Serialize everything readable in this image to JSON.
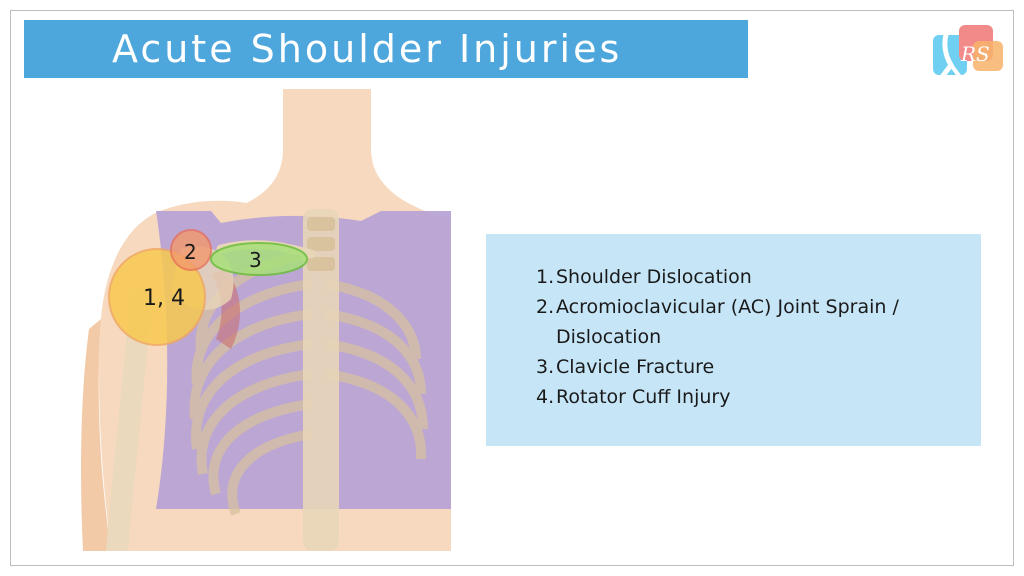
{
  "title": "Acute Shoulder Injuries",
  "logo": {
    "text": "RS",
    "icon": "bone-joint-logo-icon"
  },
  "diagram": {
    "markers": [
      {
        "label": "1, 4",
        "color": "#f7c94f"
      },
      {
        "label": "2",
        "color": "#f29a6c"
      },
      {
        "label": "3",
        "color": "#a8e07a"
      }
    ]
  },
  "legend": {
    "items": [
      {
        "num": "1.",
        "text": "Shoulder Dislocation"
      },
      {
        "num": "2.",
        "text": "Acromioclavicular (AC) Joint Sprain / Dislocation"
      },
      {
        "num": "3.",
        "text": "Clavicle Fracture"
      },
      {
        "num": "4.",
        "text": "Rotator Cuff Injury"
      }
    ]
  },
  "colors": {
    "title_bar": "#4ea7dc",
    "legend_bg": "#c6e6f8",
    "shirt": "#b5a2d6",
    "skin": "#f7d9bf"
  }
}
